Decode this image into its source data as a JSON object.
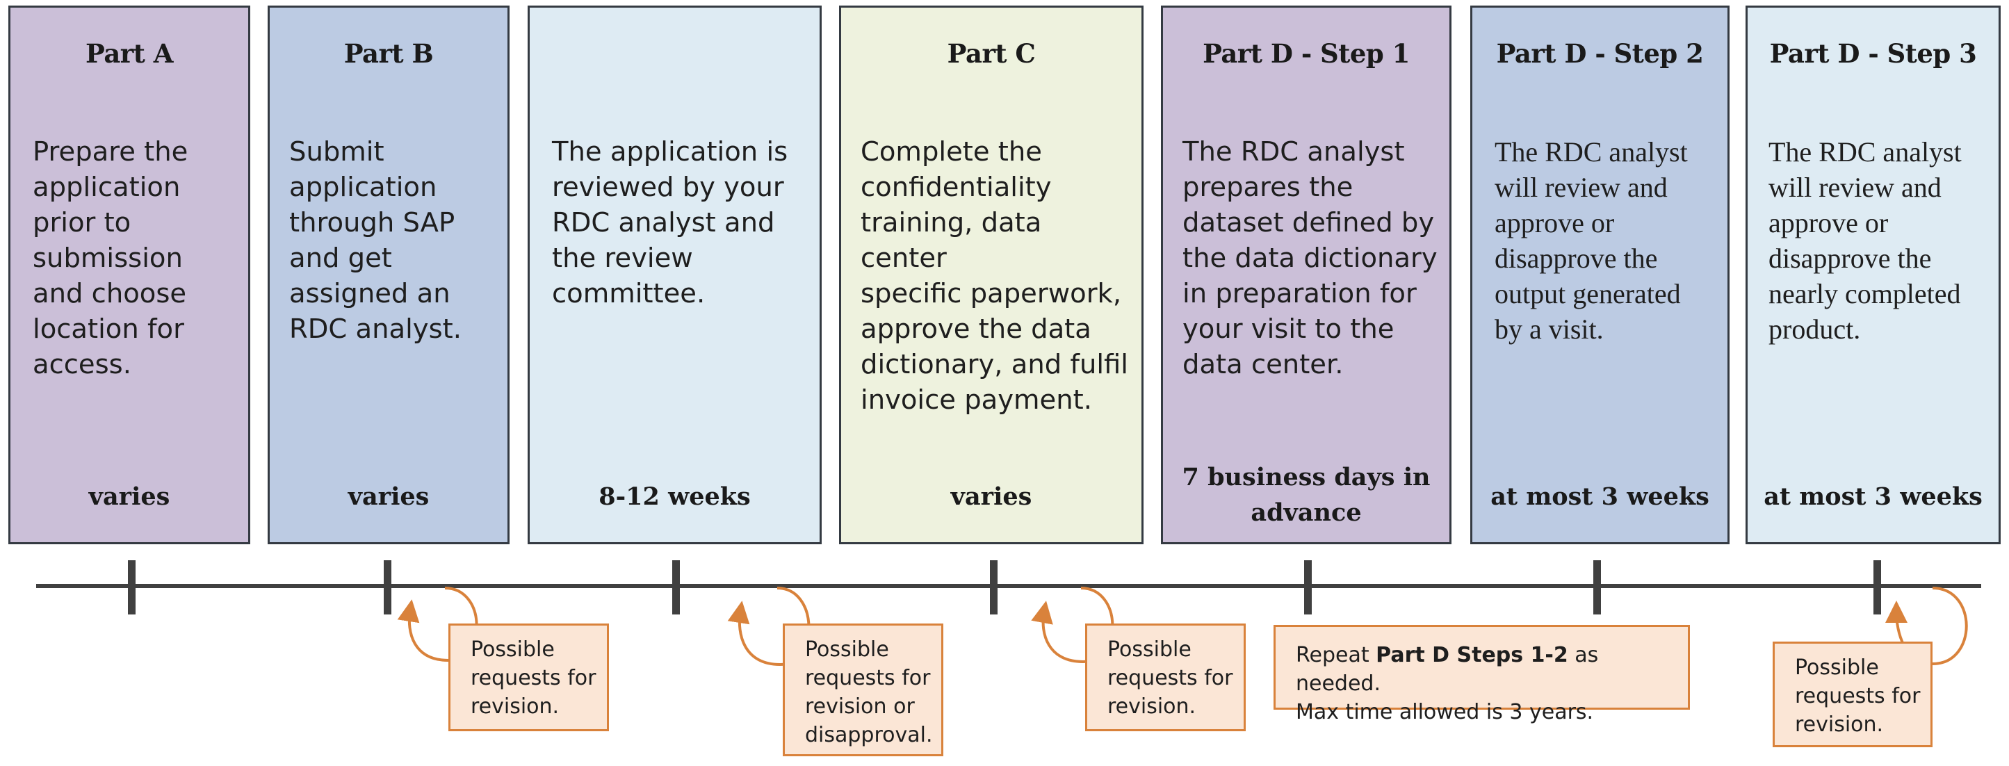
{
  "panels": [
    {
      "title": "Part A",
      "description": "Prepare the\napplication\nprior to\nsubmission\nand choose\nlocation for\naccess.",
      "duration": "varies"
    },
    {
      "title": "Part B",
      "description": "Submit\napplication\nthrough SAP\nand get\nassigned an\nRDC analyst.",
      "duration": "varies"
    },
    {
      "title": "",
      "description": "The application is\nreviewed by your\nRDC analyst and\nthe review\ncommittee.",
      "duration": "8-12 weeks"
    },
    {
      "title": "Part C",
      "description": "Complete the\nconfidentiality\ntraining, data center\nspecific paperwork,\napprove the data\ndictionary, and fulfil\ninvoice payment.",
      "duration": "varies"
    },
    {
      "title": "Part D - Step 1",
      "description": "The RDC analyst\nprepares the\ndataset defined by\nthe data dictionary\nin preparation for\nyour visit to the\ndata center.",
      "duration": "7 business days in\nadvance"
    },
    {
      "title": "Part D - Step 2",
      "description": "The RDC analyst\nwill review and\napprove or\ndisapprove the\noutput generated\nby a visit.",
      "duration": "at most 3 weeks"
    },
    {
      "title": "Part D - Step 3",
      "description": "The RDC analyst\nwill review and\napprove or\ndisapprove the\nnearly completed\nproduct.",
      "duration": "at most 3 weeks"
    }
  ],
  "notes": [
    {
      "text": "Possible\nrequests for\nrevision."
    },
    {
      "text": "Possible\nrequests for\nrevision or\ndisapproval."
    },
    {
      "text": "Possible\nrequests for\nrevision."
    },
    {
      "prefix": "Repeat ",
      "bold": "Part D Steps 1-2",
      "suffix": " as needed.\nMax time allowed is 3 years."
    },
    {
      "text": "Possible\nrequests for\nrevision."
    }
  ],
  "colors": {
    "purple": "#cbbfd8",
    "blue": "#bccbe3",
    "light_blue": "#deebf3",
    "green": "#eef2de",
    "note_fill": "#fbe6d6",
    "note_border": "#d9823b",
    "timeline": "#404040"
  }
}
